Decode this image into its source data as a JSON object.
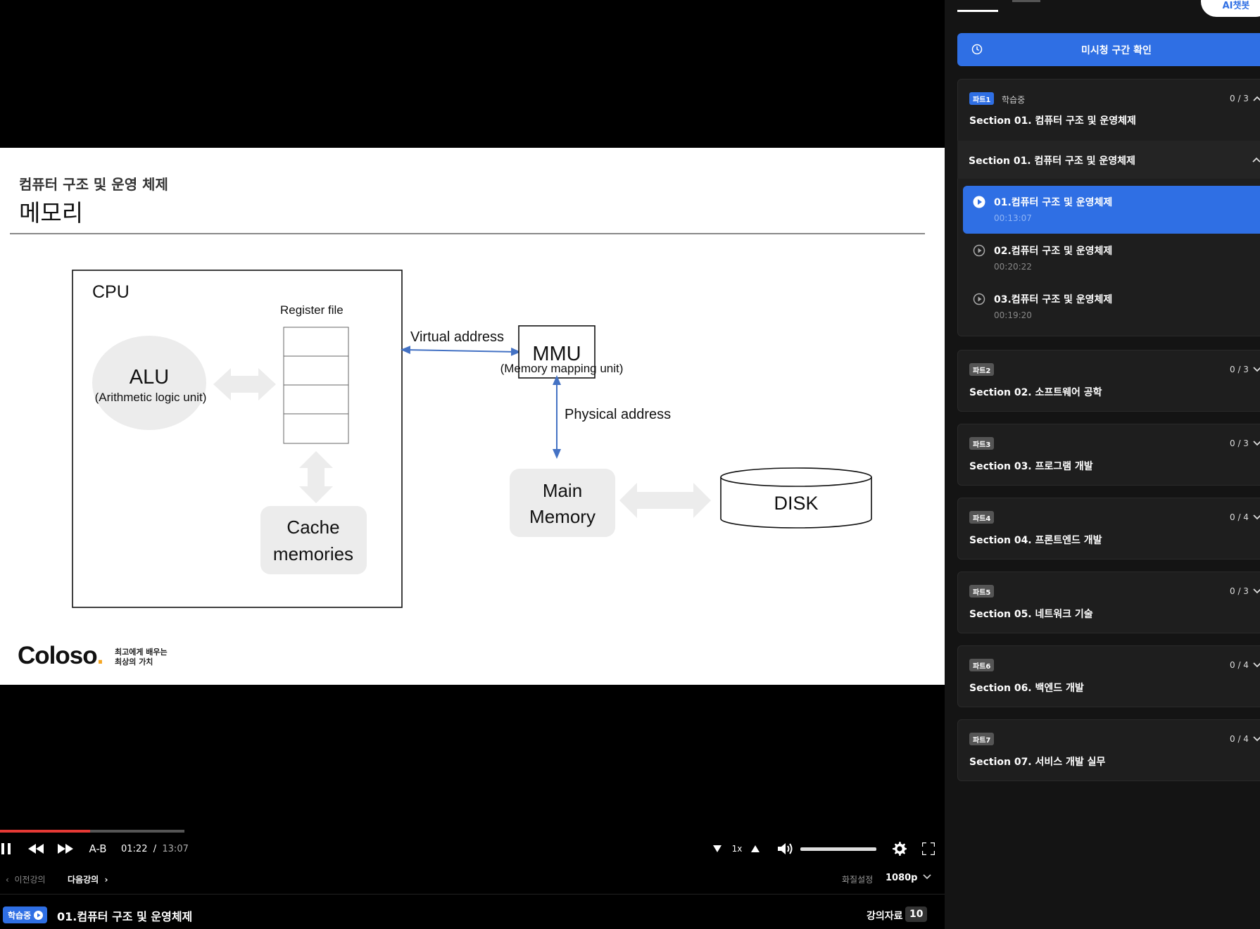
{
  "slide": {
    "subtitle": "컴퓨터 구조 및 운영 체제",
    "title": "메모리",
    "diagram": {
      "cpu": "CPU",
      "register_file": "Register file",
      "alu": "ALU",
      "alu_full": "(Arithmetic logic unit)",
      "cache_line1": "Cache",
      "cache_line2": "memories",
      "virtual_address": "Virtual address",
      "mmu": "MMU",
      "mmu_full": "(Memory mapping unit)",
      "physical_address": "Physical address",
      "main_memory_line1": "Main",
      "main_memory_line2": "Memory",
      "disk": "DISK"
    },
    "logo": {
      "text": "Coloso",
      "dot": ".",
      "tagline_1": "최고에게 배우는",
      "tagline_2": "최상의 가치"
    }
  },
  "player": {
    "progress": 0.104,
    "current_time": "01:22",
    "separator": "/",
    "duration": "13:07",
    "ab_label": "A-B",
    "speed": "1x",
    "volume": 1.0
  },
  "nav": {
    "prev_label": "이전강의",
    "next_label": "다음강의",
    "quality_label": "화질설정",
    "quality_value": "1080p"
  },
  "titlebar": {
    "status_badge": "학습중",
    "lecture_title": "01.컴퓨터 구조 및 운영체제",
    "material_label": "강의자료",
    "material_count": "10"
  },
  "sidebar": {
    "ai_chat_label": "AI챗봇",
    "unwatched_label": "미시청 구간 확인",
    "parts": [
      {
        "badge": "파트1",
        "status": "학습중",
        "count": "0 / 3",
        "title": "Section 01. 컴퓨터 구조 및 운영체제",
        "expanded": true
      },
      {
        "badge": "파트2",
        "count": "0 / 3",
        "title": "Section 02. 소프트웨어 공학"
      },
      {
        "badge": "파트3",
        "count": "0 / 3",
        "title": "Section 03. 프로그램 개발"
      },
      {
        "badge": "파트4",
        "count": "0 / 4",
        "title": "Section 04. 프론트엔드 개발"
      },
      {
        "badge": "파트5",
        "count": "0 / 3",
        "title": "Section 05. 네트워크 기술"
      },
      {
        "badge": "파트6",
        "count": "0 / 4",
        "title": "Section 06. 백엔드 개발"
      },
      {
        "badge": "파트7",
        "count": "0 / 4",
        "title": "Section 07. 서비스 개발 실무"
      }
    ],
    "expanded_section_title": "Section 01. 컴퓨터 구조 및 운영체제",
    "lessons": [
      {
        "title": "01.컴퓨터 구조 및 운영체제",
        "duration": "00:13:07",
        "active": true
      },
      {
        "title": "02.컴퓨터 구조 및 운영체제",
        "duration": "00:20:22"
      },
      {
        "title": "03.컴퓨터 구조 및 운영체제",
        "duration": "00:19:20"
      }
    ]
  },
  "colors": {
    "accent": "#2f6fe4",
    "progress": "#e53935",
    "logo_dot": "#f5a623",
    "diagram_arrow": "#4472c4"
  }
}
